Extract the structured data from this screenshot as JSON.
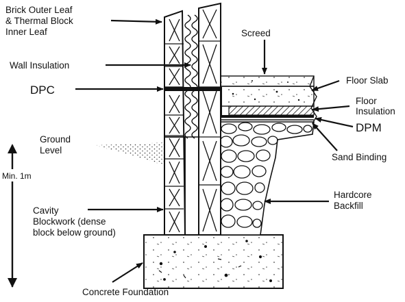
{
  "labels": {
    "brick_outer_leaf": [
      "Brick Outer Leaf",
      "& Thermal Block",
      "Inner Leaf"
    ],
    "wall_insulation": "Wall Insulation",
    "dpc": "DPC",
    "ground_level": [
      "Ground",
      "Level"
    ],
    "min_depth": "Min. 1m",
    "cavity_blockwork": [
      "Cavity",
      "Blockwork (dense",
      "block below ground)"
    ],
    "concrete_foundation": "Concrete Foundation",
    "screed": "Screed",
    "floor_slab": "Floor Slab",
    "floor_insulation": [
      "Floor",
      "Insulation"
    ],
    "dpm": "DPM",
    "sand_binding": "Sand Binding",
    "hardcore_backfill": [
      "Hardcore",
      "Backfill"
    ]
  }
}
